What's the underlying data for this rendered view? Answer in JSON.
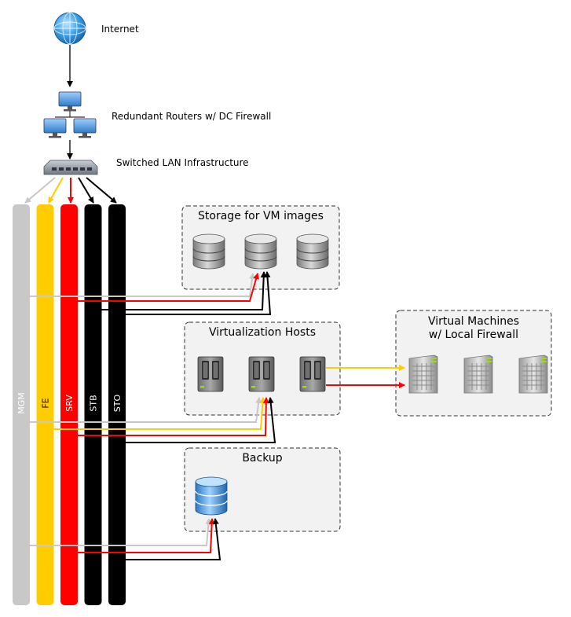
{
  "nodes": {
    "internet": "Internet",
    "routers": "Redundant Routers w/ DC Firewall",
    "switch": "Switched LAN Infrastructure"
  },
  "buses": [
    {
      "label": "MGM",
      "color": "#c8c8c8",
      "text_color": "#ffffff"
    },
    {
      "label": "FE",
      "color": "#ffcc00",
      "text_color": "#000000"
    },
    {
      "label": "SRV",
      "color": "#ff0000",
      "text_color": "#ffffff"
    },
    {
      "label": "STB",
      "color": "#000000",
      "text_color": "#ffffff"
    },
    {
      "label": "STO",
      "color": "#000000",
      "text_color": "#ffffff"
    }
  ],
  "groups": {
    "storage": {
      "title": "Storage for VM images"
    },
    "virt": {
      "title": "Virtualization Hosts"
    },
    "vms": {
      "title_line1": "Virtual Machines",
      "title_line2": "w/ Local Firewall"
    },
    "backup": {
      "title": "Backup"
    }
  },
  "colors": {
    "mgm": "#c8c8c8",
    "fe": "#ffcc00",
    "srv": "#ff0000",
    "storage_net": "#000000",
    "group_border": "#333333",
    "group_fill": "#f2f2f2"
  },
  "icons": [
    "globe-icon",
    "router-icon",
    "network-switch-icon",
    "database-icon",
    "server-icon",
    "vm-server-icon",
    "backup-database-icon"
  ]
}
